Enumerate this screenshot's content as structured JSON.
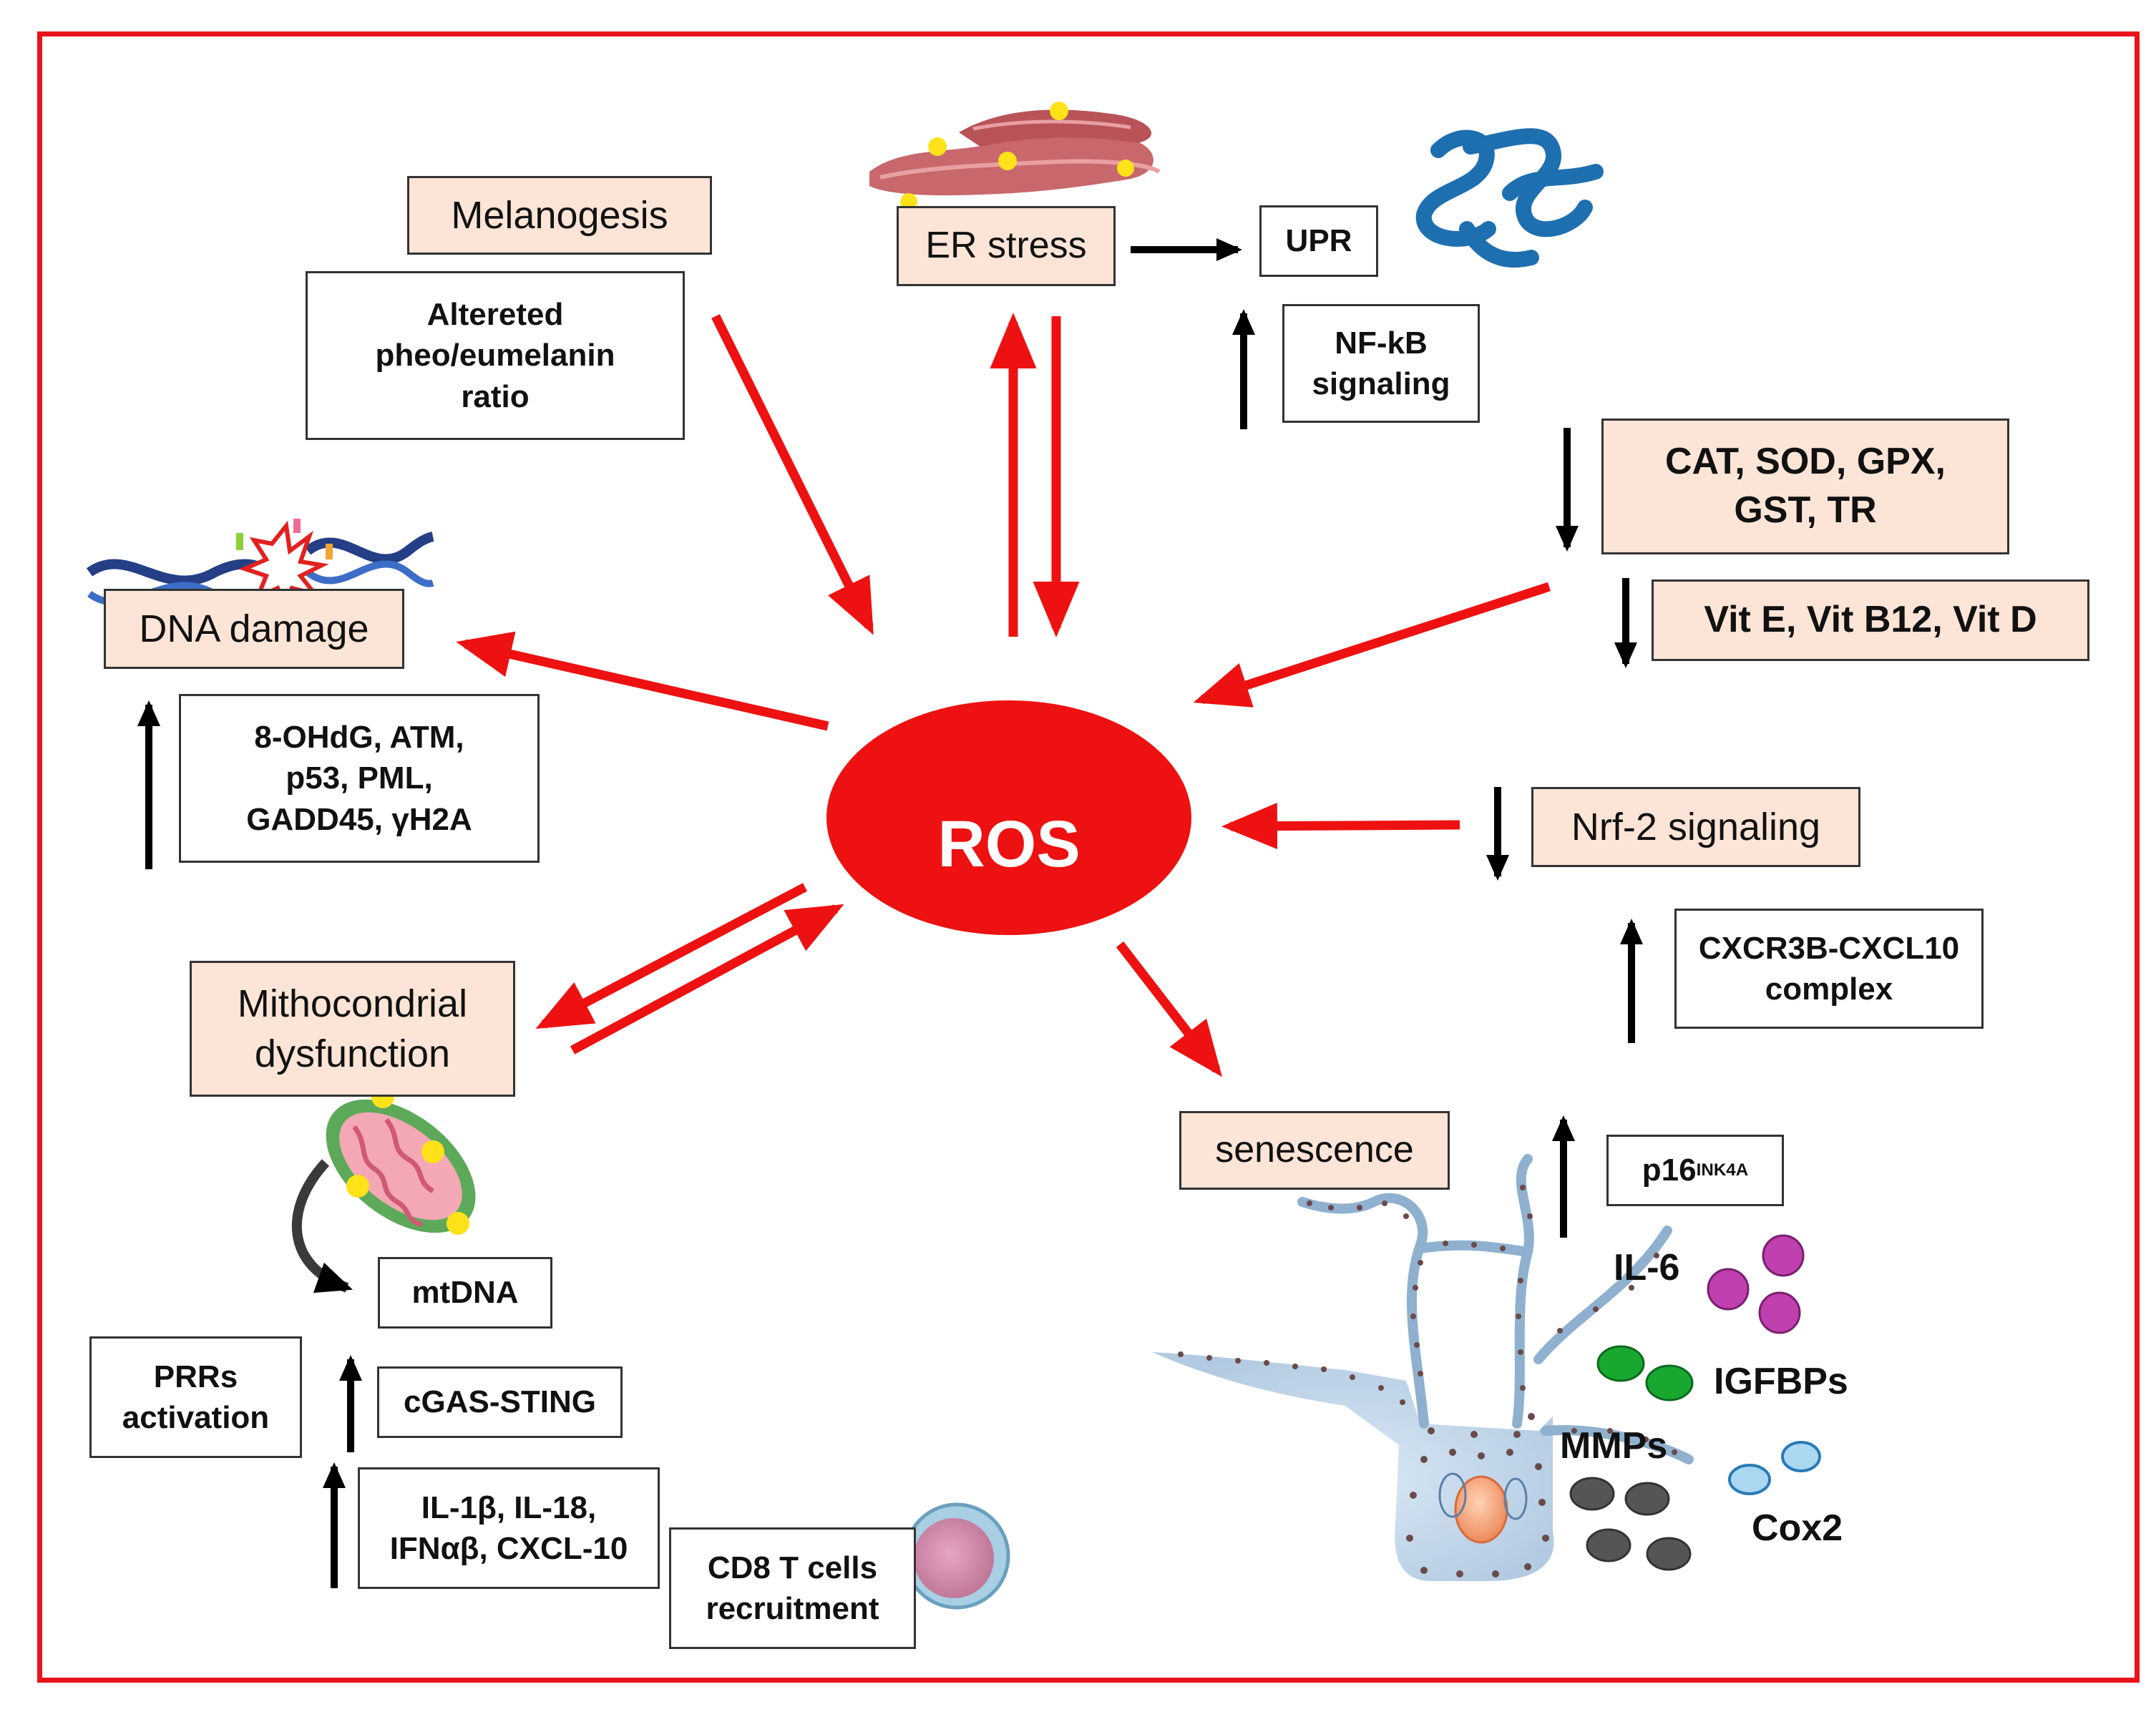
{
  "center": {
    "label": "ROS"
  },
  "nodes": {
    "melanogenesis": "Melanogesis",
    "melanin_ratio": "Altereted\npheo/eumelanin\nratio",
    "er_stress": "ER stress",
    "upr": "UPR",
    "nfkb": "NF-kB\nsignaling",
    "antioxidant_enzymes": "CAT, SOD, GPX,\nGST, TR",
    "vitamins": "Vit E, Vit B12, Vit D",
    "nrf2": "Nrf-2 signaling",
    "cxcr3b": "CXCR3B-CXCL10\ncomplex",
    "senescence": "senescence",
    "p16_base": "p16",
    "p16_sup": "INK4A",
    "dna_damage": "DNA damage",
    "dna_markers": "8-OHdG, ATM,\np53, PML,\nGADD45, γH2A",
    "mito_dysfunction": "Mithocondrial\ndysfunction",
    "mtdna": "mtDNA",
    "prrs": "PRRs\nactivation",
    "cgas": "cGAS-STING",
    "cytokines": "IL-1β, IL-18,\nIFNαβ, CXCL-10",
    "cd8": "CD8 T cells\nrecruitment"
  },
  "sasp": {
    "il6": "IL-6",
    "igfbps": "IGFBPs",
    "mmps": "MMPs",
    "cox2": "Cox2"
  },
  "colors": {
    "frame": "#e8141c",
    "ros": "#ee1111",
    "arrow_red": "#ee1111",
    "arrow_black": "#000000",
    "box_highlight": "#fce4d6",
    "il6_dots": "#c040b0",
    "igfbp_dots": "#18a830",
    "mmp_dots": "#555555",
    "cox2_dots": "#aad8f0"
  },
  "icons": [
    "endoplasmic-reticulum-icon",
    "unfolded-protein-icon",
    "dna-helix-icon",
    "mitochondrion-icon",
    "t-cell-icon",
    "melanocyte-icon"
  ]
}
